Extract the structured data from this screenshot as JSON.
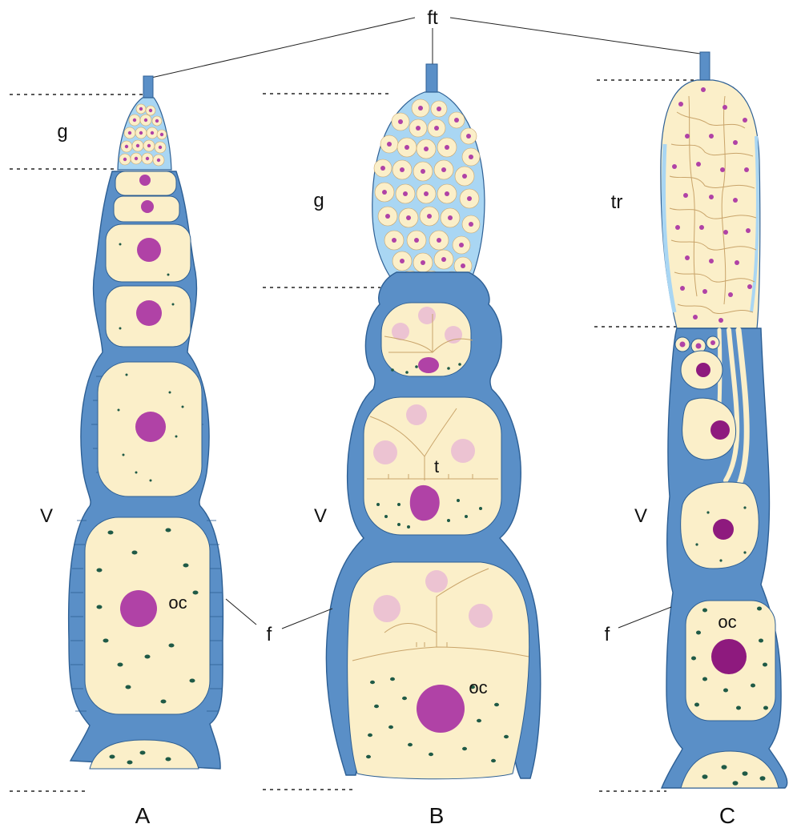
{
  "labels": {
    "ft": "ft",
    "A": {
      "panel": "A",
      "g": "g",
      "V": "V",
      "oc": "oc",
      "f": "f"
    },
    "B": {
      "panel": "B",
      "g": "g",
      "V": "V",
      "oc": "oc",
      "t": "t"
    },
    "C": {
      "panel": "C",
      "tr": "tr",
      "V": "V",
      "oc": "oc",
      "f": "f"
    }
  },
  "colors": {
    "follicle": "#5a8fc7",
    "follicle_stroke": "#2d5f94",
    "cytoplasm": "#fbefc9",
    "nucleus": "#b042a6",
    "nurse_nucleus": "#ecc3d2",
    "yolk": "#1f5a46",
    "lumen": "#a9d6f3",
    "trophic": "#c9a46a",
    "line": "#222222"
  }
}
